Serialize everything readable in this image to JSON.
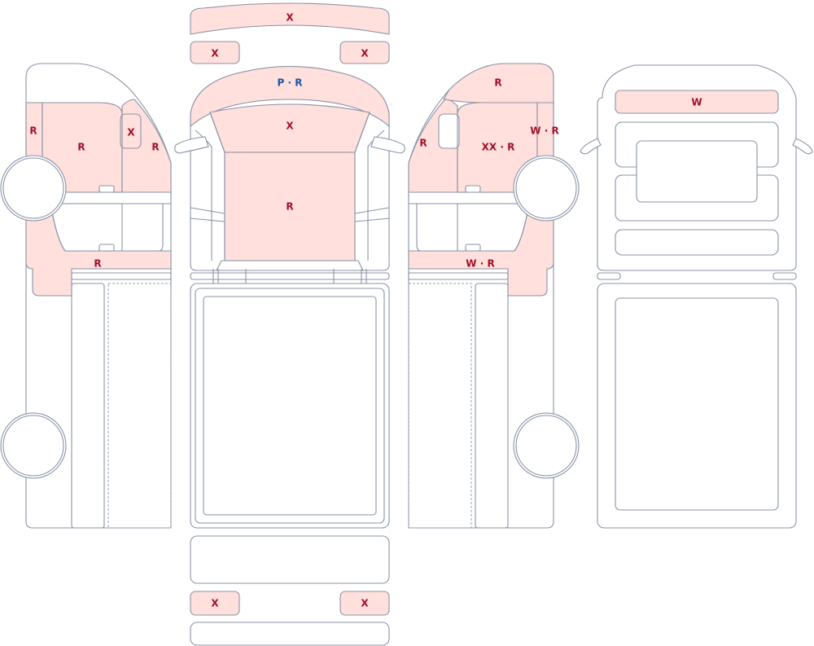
{
  "colors": {
    "damage_fill": "#ffe0dc",
    "outline": "#8a93a6",
    "label_red": "#a0102a",
    "label_blue": "#1a55a8"
  },
  "labels": {
    "front_bumper_top": "X",
    "front_light_left": "X",
    "front_light_right": "X",
    "hood": "P · R",
    "windshield_top": "X",
    "roof": "R",
    "left_front_fender": "R",
    "left_front_door": "R",
    "left_mirror": "X",
    "left_a_pillar": "R",
    "left_rocker": "R",
    "right_rear_top": "R",
    "right_a_pillar": "R",
    "right_front_door": "XX · R",
    "right_front_fender": "W · R",
    "right_rocker": "W · R",
    "rear_window": "W",
    "rear_light_left": "X",
    "rear_light_right": "X"
  }
}
